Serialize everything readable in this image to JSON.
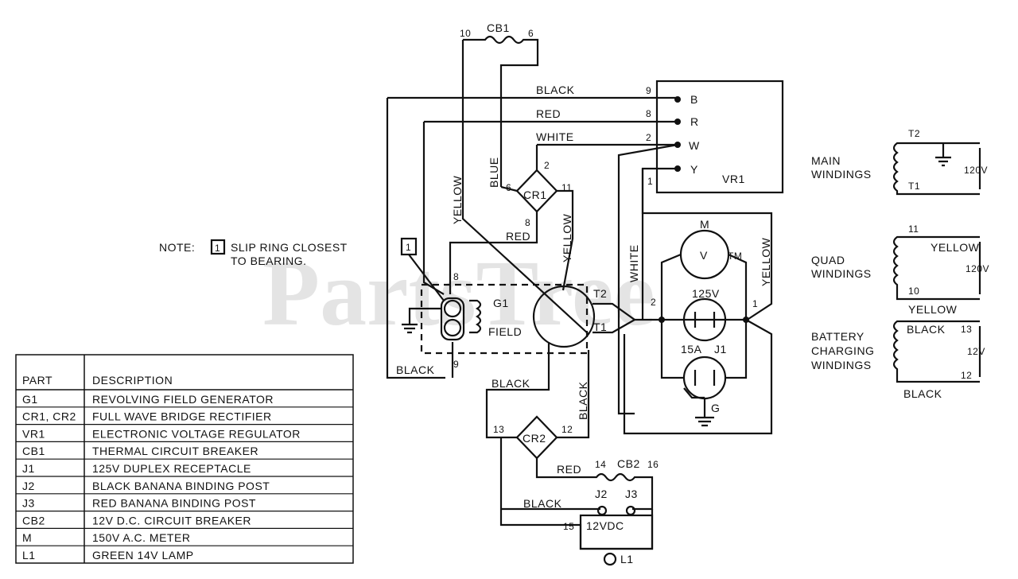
{
  "watermark": {
    "text": "PartsTree",
    "tm": "TM"
  },
  "note": {
    "prefix": "NOTE:",
    "box": "1",
    "line1": "SLIP RING CLOSEST",
    "line2": "TO BEARING."
  },
  "parts_table": {
    "header": {
      "part": "PART",
      "description": "DESCRIPTION"
    },
    "rows": [
      {
        "part": "G1",
        "description": "REVOLVING FIELD GENERATOR"
      },
      {
        "part": "CR1, CR2",
        "description": "FULL WAVE BRIDGE RECTIFIER"
      },
      {
        "part": "VR1",
        "description": "ELECTRONIC VOLTAGE REGULATOR"
      },
      {
        "part": "CB1",
        "description": "THERMAL CIRCUIT BREAKER"
      },
      {
        "part": "J1",
        "description": "125V DUPLEX RECEPTACLE"
      },
      {
        "part": "J2",
        "description": "BLACK BANANA BINDING POST"
      },
      {
        "part": "J3",
        "description": "RED BANANA BINDING POST"
      },
      {
        "part": "CB2",
        "description": "12V D.C. CIRCUIT BREAKER"
      },
      {
        "part": "M",
        "description": "150V A.C. METER"
      },
      {
        "part": "L1",
        "description": "GREEN 14V LAMP"
      }
    ]
  },
  "wires": {
    "black_top": "BLACK",
    "red_top": "RED",
    "white_top": "WHITE",
    "blue": "BLUE",
    "yellow_left": "YELLOW",
    "yellow_cr1": "YELLOW",
    "red_cr1": "RED",
    "black_g1": "BLACK",
    "black_cr2_left": "BLACK",
    "black_cr2_right": "BLACK",
    "red_cb2": "RED",
    "black_j2": "BLACK",
    "white_right": "WHITE",
    "yellow_right": "YELLOW"
  },
  "terminals": {
    "n10": "10",
    "n6_cb1": "6",
    "n9_vr": "9",
    "n8_vr": "8",
    "n2_vr": "2",
    "n1_vr": "1",
    "n2_cr1": "2",
    "n6_cr1": "6",
    "n11_cr1": "11",
    "n8_cr1": "8",
    "n8_g1": "8",
    "n9_g1": "9",
    "n13_cr2": "13",
    "n12_cr2": "12",
    "n14": "14",
    "n16": "16",
    "n15": "15",
    "n2_j1": "2",
    "n1_j1": "1",
    "vr_b": "B",
    "vr_r": "R",
    "vr_w": "W",
    "vr_y": "Y",
    "t2": "T2",
    "t1": "T1"
  },
  "components": {
    "cb1": "CB1",
    "vr1": "VR1",
    "cr1": "CR1",
    "cr2": "CR2",
    "g1": "G1",
    "field": "FIELD",
    "meter_m": "M",
    "meter_v": "V",
    "v125": "125V",
    "a15": "15A",
    "j1": "J1",
    "ground_g": "G",
    "cb2": "CB2",
    "j2": "J2",
    "j3": "J3",
    "vdc12": "12VDC",
    "l1": "L1",
    "box1": "1"
  },
  "windings": {
    "main": {
      "line1": "MAIN",
      "line2": "WINDINGS",
      "t2": "T2",
      "t1": "T1",
      "voltage": "120V"
    },
    "quad": {
      "line1": "QUAD",
      "line2": "WINDINGS",
      "n11": "11",
      "n10": "10",
      "top": "YELLOW",
      "bottom": "YELLOW",
      "voltage": "120V"
    },
    "battery": {
      "line1": "BATTERY",
      "line2": "CHARGING",
      "line3": "WINDINGS",
      "top": "BLACK",
      "bottom": "BLACK",
      "n13": "13",
      "n12": "12",
      "voltage": "12V"
    }
  }
}
